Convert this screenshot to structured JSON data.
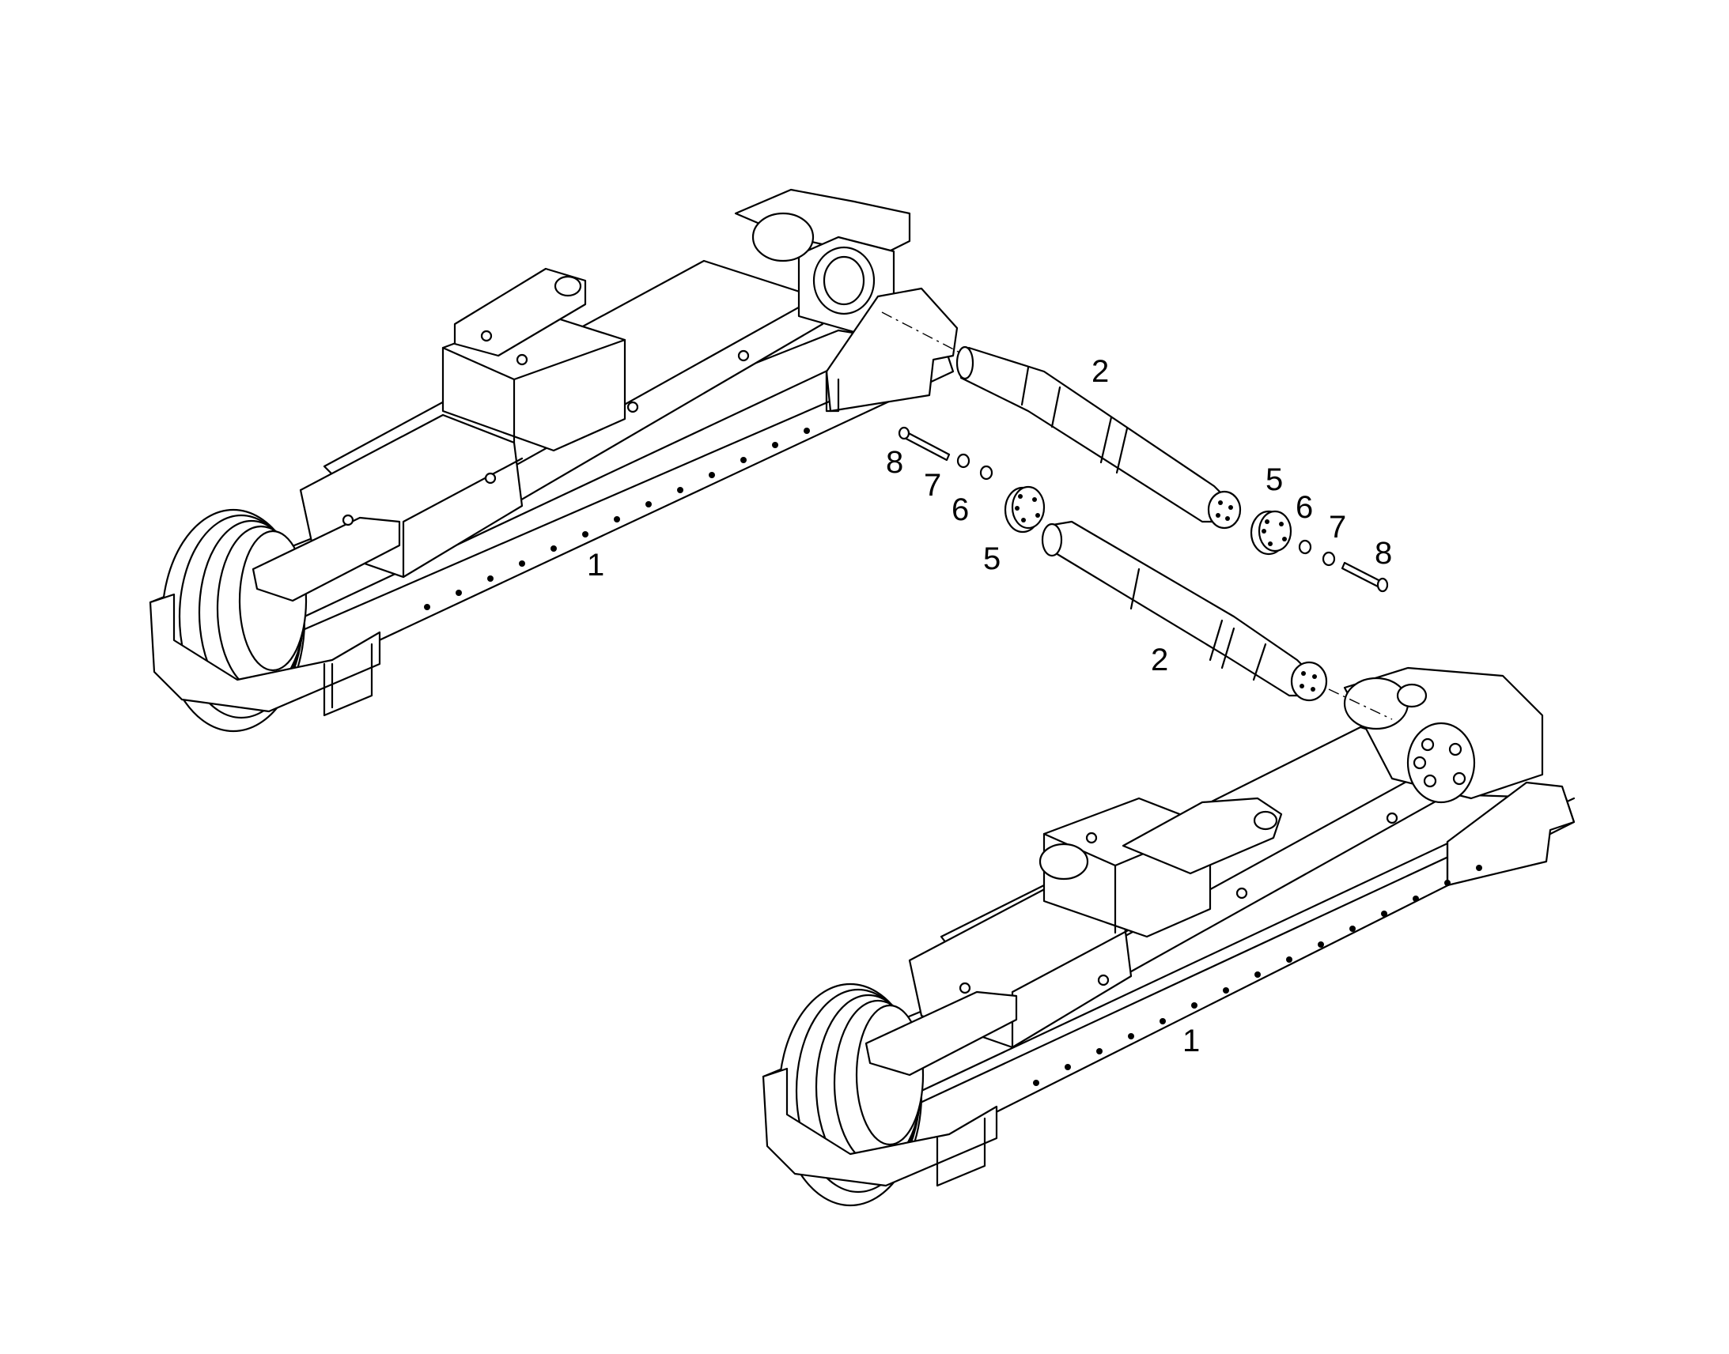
{
  "labels": {
    "frame_left": "1",
    "frame_right": "1",
    "axle_upper": "2",
    "axle_lower": "2",
    "flange_upper": "5",
    "flange_lower": "5",
    "washer_upper": "6",
    "washer_lower": "6",
    "lockwasher_upper": "7",
    "lockwasher_lower": "7",
    "bolt_upper": "8",
    "bolt_lower": "8"
  },
  "colors": {
    "line": "#000000",
    "background": "#ffffff"
  }
}
